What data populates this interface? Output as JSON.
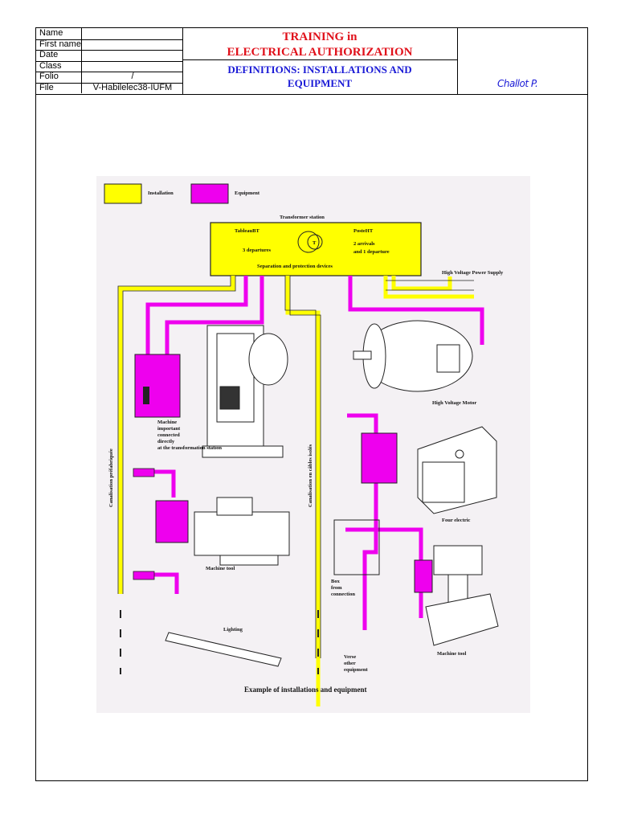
{
  "form": {
    "rows": [
      {
        "label": "Name",
        "value": ""
      },
      {
        "label": "First name",
        "value": ""
      },
      {
        "label": "Date",
        "value": ""
      },
      {
        "label": "Class",
        "value": ""
      },
      {
        "label": "Folio",
        "value": "/"
      },
      {
        "label": "File",
        "value": "V-Habilelec38-IUFM"
      }
    ]
  },
  "title": {
    "line1": "TRAINING in",
    "line2": "ELECTRICAL AUTHORIZATION",
    "subtitle_line1": "DEFINITIONS: INSTALLATIONS AND",
    "subtitle_line2": "EQUIPMENT"
  },
  "author": "Challot  P.",
  "figure": {
    "colors": {
      "installation": "#ffff00",
      "equipment": "#ee00ee"
    },
    "legend": {
      "installation": "Installation",
      "equipment": "Equipment"
    },
    "transformer": {
      "title": "Transformer station",
      "left_name": "TableauBT",
      "left_detail": "3 departures",
      "symbol": "T",
      "right_name": "PosteHT",
      "right_detail1": "2 arrivals",
      "right_detail2": "and 1 departure",
      "bottom": "Separation and protection devices"
    },
    "labels": {
      "hv_supply": "High Voltage Power Supply",
      "hv_motor": "High Voltage Motor",
      "machine_line1": "Machine",
      "machine_line2": "important",
      "machine_line3": "connected",
      "machine_line4": "directly",
      "machine_line5": "at the transformation station",
      "canal_prefab": "Canalisation préfabriquée",
      "canal_cables": "Canalisation en câbles isolés",
      "machine_tool_left": "Machine tool",
      "lighting": "Lighting",
      "box_line1": "Box",
      "box_line2": "from",
      "box_line3": "connection",
      "verse_line1": "Verse",
      "verse_line2": "other",
      "verse_line3": "equipment",
      "four": "Four electric",
      "machine_tool_right": "Machine tool"
    },
    "caption": "Example of installations and equipment"
  }
}
